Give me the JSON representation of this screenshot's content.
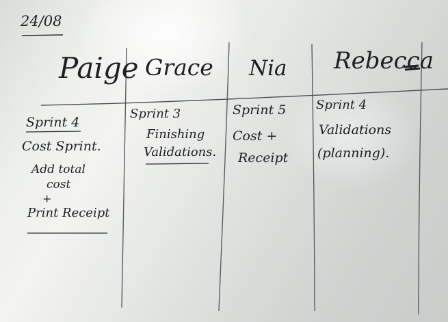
{
  "board": {
    "date": "24/08",
    "columns": [
      {
        "name": "Paige",
        "entries": [
          "Sprint 4",
          "Cost Sprint.",
          "Add total",
          "cost",
          "+",
          "Print Receipt"
        ]
      },
      {
        "name": "Grace",
        "entries": [
          "Sprint 3",
          "Finishing",
          "Validations."
        ]
      },
      {
        "name": "Nia",
        "entries": [
          "Sprint 5",
          "Cost +",
          "Receipt"
        ]
      },
      {
        "name": "Rebecca",
        "entries": [
          "Sprint 4",
          "Validations",
          "(planning)."
        ]
      }
    ]
  }
}
